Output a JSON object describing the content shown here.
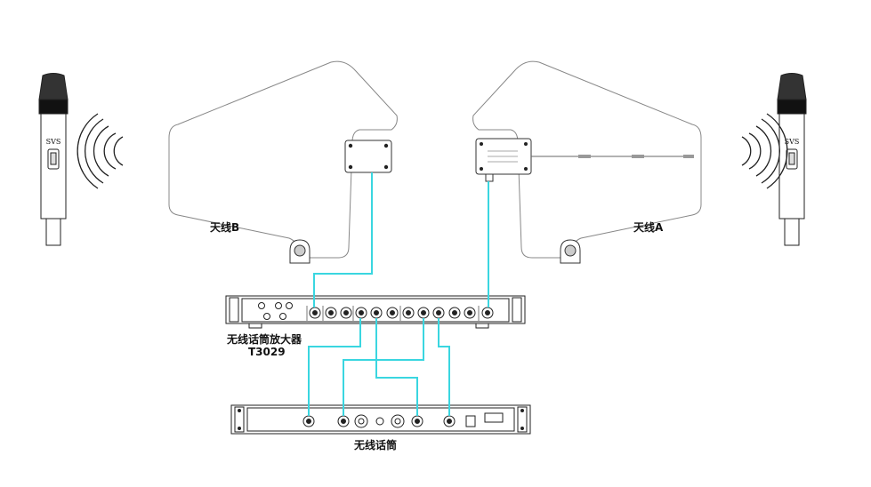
{
  "labels": {
    "antenna_b": "天线B",
    "antenna_a": "天线A",
    "amplifier_name": "无线话筒放大器",
    "amplifier_model": "T3029",
    "receiver_name": "无线话筒"
  },
  "mic_brand": "SVS",
  "colors": {
    "cable": "#3ad6e0",
    "line": "#222222"
  }
}
